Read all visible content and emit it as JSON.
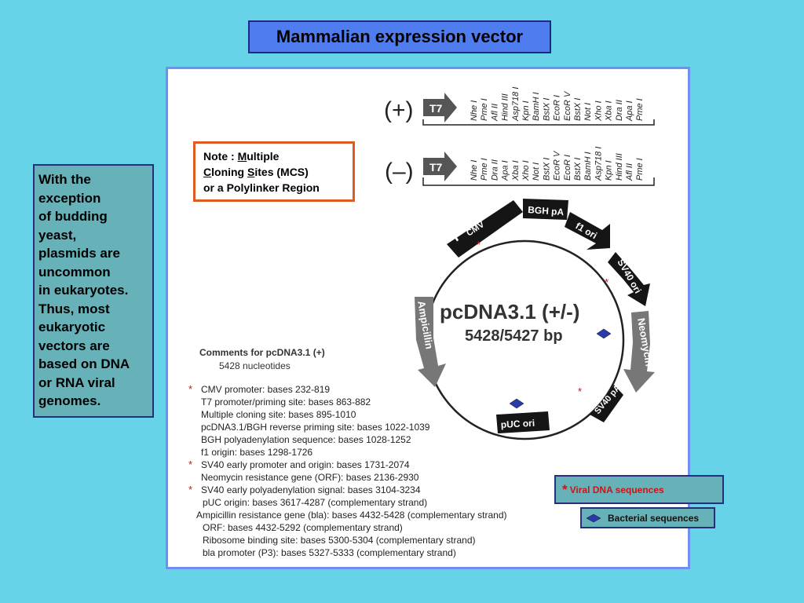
{
  "title": "Mammalian expression vector",
  "left_note": [
    "With the",
    "exception",
    "of budding",
    "yeast,",
    "plasmids are",
    "uncommon",
    "in eukaryotes.",
    "Thus, most",
    "eukaryotic",
    "vectors are",
    "based on DNA",
    "or RNA viral",
    "genomes."
  ],
  "mcs_note": {
    "lead": "Note : ",
    "m": "M",
    "ultiple": "ultiple",
    "c": "C",
    "loning": "loning ",
    "s": "S",
    "ites": "ites (MCS)",
    "line3": "or a Polylinker Region"
  },
  "plasmid": {
    "name": "pcDNA3.1 (+/-)",
    "size": "5428/5427 bp",
    "plus_label": "(+)",
    "minus_label": "(–)",
    "t7": "T7",
    "plus_sites": [
      "Nhe I",
      "Pme I",
      "Afl II",
      "Hind III",
      "Asp718 I",
      "Kpn I",
      "BamH I",
      "BstX I",
      "EcoR I",
      "EcoR V",
      "BstX I",
      "Not I",
      "Xho I",
      "Xba I",
      "Dra II",
      "Apa I",
      "Pme I"
    ],
    "minus_sites": [
      "Nhe I",
      "Pme I",
      "Dra II",
      "Apa I",
      "Xba I",
      "Xho I",
      "Not I",
      "BstX I",
      "EcoR V",
      "EcoR I",
      "BstX I",
      "BamH I",
      "Asp718 I",
      "Kpn I",
      "Hind III",
      "Afl II",
      "Pme I"
    ],
    "features": {
      "pcmv_p": "P",
      "pcmv_sub": "CMV",
      "bgh": "BGH pA",
      "f1": "f1 ori",
      "sv40ori": "SV40 ori",
      "neo": "Neomycin",
      "sv40pa": "SV40 pA",
      "puc": "pUC ori",
      "amp": "Ampicillin"
    }
  },
  "comments": {
    "heading": "Comments for pcDNA3.1 (+)",
    "nucleotides": "5428 nucleotides",
    "lines": [
      {
        "text": "CMV promoter: bases 232-819",
        "star": "*"
      },
      {
        "text": "T7 promoter/priming site: bases 863-882",
        "star": ""
      },
      {
        "text": "Multiple cloning site: bases 895-1010",
        "star": ""
      },
      {
        "text": "pcDNA3.1/BGH reverse priming site: bases 1022-1039",
        "star": ""
      },
      {
        "text": "BGH polyadenylation sequence: bases 1028-1252",
        "star": ""
      },
      {
        "text": "f1 origin: bases 1298-1726",
        "star": ""
      },
      {
        "text": "SV40 early promoter and origin: bases 1731-2074",
        "star": "*"
      },
      {
        "text": "Neomycin resistance gene (ORF): bases 2136-2930",
        "star": ""
      },
      {
        "text": "SV40 early polyadenylation signal: bases 3104-3234",
        "star": "*"
      },
      {
        "text": "pUC origin: bases 3617-4287  (complementary strand)",
        "star": ""
      },
      {
        "text": "Ampicillin resistance gene (bla): bases 4432-5428 (complementary strand)",
        "star": ""
      },
      {
        "text": "ORF:  bases 4432-5292 (complementary strand)",
        "star": ""
      },
      {
        "text": "Ribosome binding site: bases 5300-5304 (complementary strand)",
        "star": ""
      },
      {
        "text": "bla promoter (P3): bases 5327-5333 (complementary strand)",
        "star": ""
      }
    ]
  },
  "legend": {
    "viral_star": "*",
    "viral": "Viral DNA sequences",
    "bacterial": "Bacterial sequences"
  },
  "colors": {
    "background": "#66d3e8",
    "title_box": "#4f7df0",
    "note_box": "#66b2b8",
    "viral_star": "#c8151a",
    "bacterial_marker": "#2a3aa8",
    "note_border": "#e05a24"
  }
}
